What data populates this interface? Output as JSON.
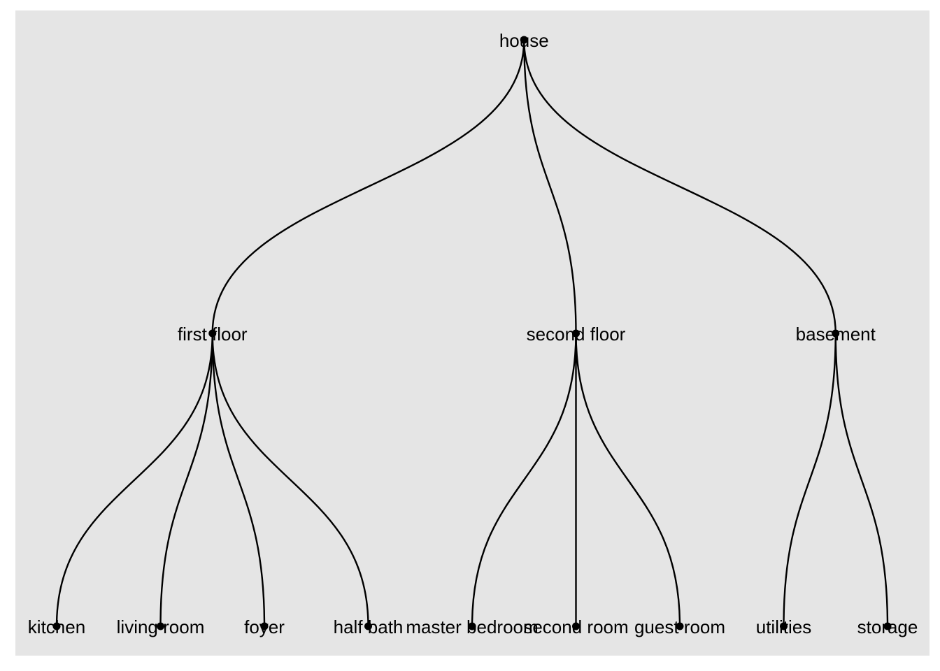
{
  "tree": {
    "root": "house",
    "nodes": [
      {
        "id": "house",
        "label": "house",
        "parent": null
      },
      {
        "id": "first_floor",
        "label": "first floor",
        "parent": "house"
      },
      {
        "id": "second_floor",
        "label": "second floor",
        "parent": "house"
      },
      {
        "id": "basement",
        "label": "basement",
        "parent": "house"
      },
      {
        "id": "kitchen",
        "label": "kitchen",
        "parent": "first_floor"
      },
      {
        "id": "living_room",
        "label": "living room",
        "parent": "first_floor"
      },
      {
        "id": "foyer",
        "label": "foyer",
        "parent": "first_floor"
      },
      {
        "id": "half_bath",
        "label": "half bath",
        "parent": "first_floor"
      },
      {
        "id": "master_bedroom",
        "label": "master bedroom",
        "parent": "second_floor"
      },
      {
        "id": "second_room",
        "label": "second room",
        "parent": "second_floor"
      },
      {
        "id": "guest_room",
        "label": "guest room",
        "parent": "second_floor"
      },
      {
        "id": "utilities",
        "label": "utilities",
        "parent": "basement"
      },
      {
        "id": "storage",
        "label": "storage",
        "parent": "basement"
      }
    ]
  },
  "colors": {
    "panel": "#e5e5e5",
    "edge": "#000000",
    "node": "#000000",
    "text": "#000000"
  }
}
